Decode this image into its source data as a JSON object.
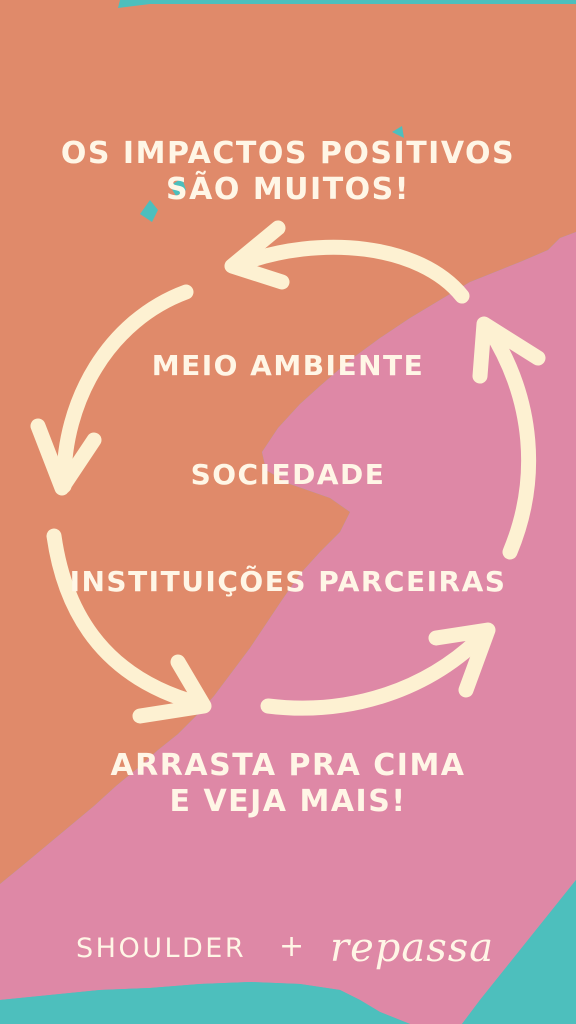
{
  "colors": {
    "background_teal": "#4dbfbd",
    "orange": "#e08a6a",
    "pink": "#de88a6",
    "cream": "#fdf1d2"
  },
  "headline": {
    "line1": "OS IMPACTOS POSITIVOS",
    "line2": "SÃO MUITOS!"
  },
  "cycle_items": [
    "MEIO AMBIENTE",
    "SOCIEDADE",
    "INSTITUIÇÕES PARCEIRAS"
  ],
  "cta": {
    "line1": "ARRASTA PRA CIMA",
    "line2": "E VEJA MAIS!"
  },
  "footer": {
    "brand_left": "SHOULDER",
    "plus": "+",
    "brand_right": "repassa"
  }
}
